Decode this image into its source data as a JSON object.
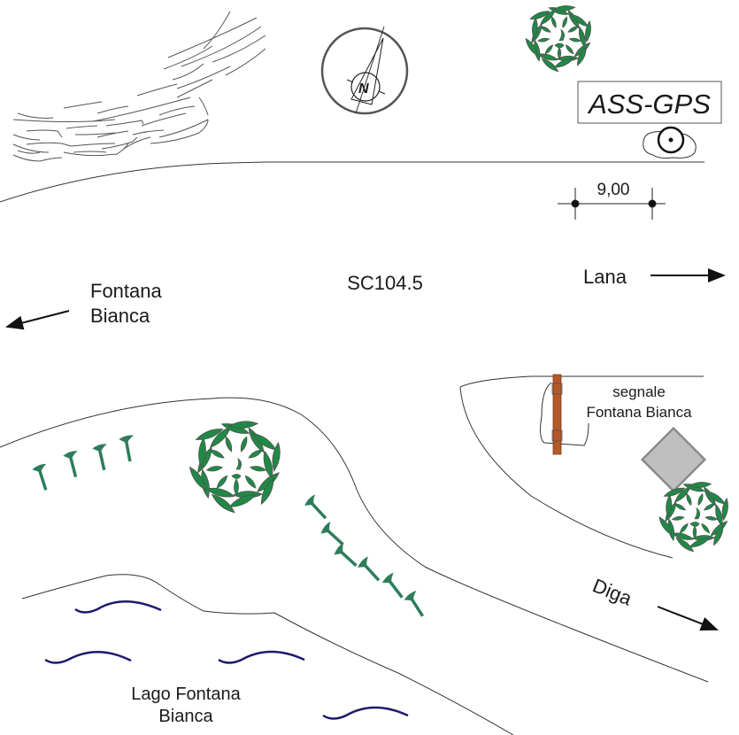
{
  "map": {
    "title_code": "SC104.5",
    "station_label": "ASS-GPS",
    "scale_distance": "9,00",
    "directions": {
      "west": [
        "Fontana",
        "Bianca"
      ],
      "east": "Lana",
      "southeast": "Diga"
    },
    "sign_label": [
      "segnale",
      "Fontana Bianca"
    ],
    "lake_label": [
      "Lago Fontana",
      "Bianca"
    ],
    "compass_letter": "N"
  },
  "colors": {
    "tree_green": "#1f8a45",
    "tree_outline": "#4a5a50",
    "shrub_green": "#2e7d5a",
    "water": "#1c1a6b",
    "sign_post": "#b5582a",
    "building_fill": "#bfbfbf",
    "building_stroke": "#8a8a8a",
    "line": "#333333"
  }
}
